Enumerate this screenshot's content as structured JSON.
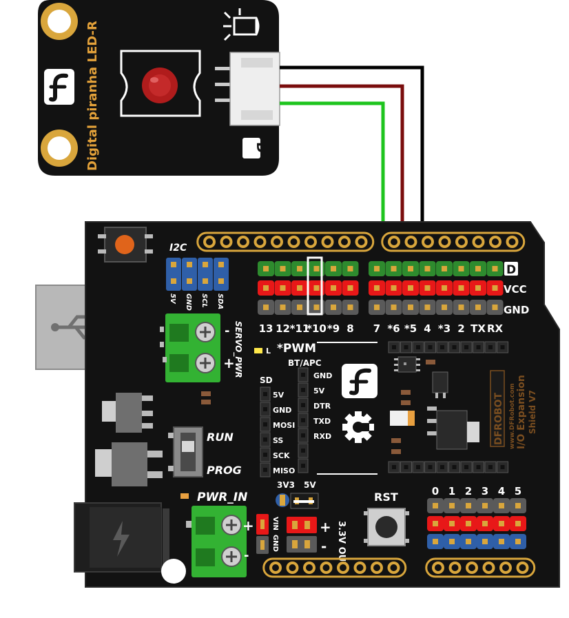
{
  "module": {
    "name": "Digital piranha LED-R",
    "letter": "D"
  },
  "shield": {
    "i2c_label": "I2C",
    "i2c_pins": [
      "5V",
      "GND",
      "SCL",
      "SDA"
    ],
    "servo_label": "SERVO_PWR",
    "servo_plus": "+",
    "servo_minus": "-",
    "row_labels": [
      "D",
      "VCC",
      "GND"
    ],
    "digital_pin_labels": [
      "13",
      "12",
      "*11",
      "*10",
      "*9",
      "8",
      "7",
      "*6",
      "*5",
      "4",
      "*3",
      "2",
      "TX",
      "RX"
    ],
    "pwm_note": "*PWM",
    "led_l": "L",
    "sd_label": "SD",
    "sd_pins": [
      "5V",
      "GND",
      "MOSI",
      "SS",
      "SCK",
      "MISO"
    ],
    "bt_label": "BT/APC",
    "bt_pins": [
      "GND",
      "5V",
      "DTR",
      "TXD",
      "RXD"
    ],
    "switch_run": "RUN",
    "switch_prog": "PROG",
    "pwr_in": "PWR_IN",
    "pwr_plus": "+",
    "pwr_minus": "-",
    "vin_label": "VIN",
    "gnd_label": "GND",
    "v33": "3V3",
    "v5": "5V",
    "out_plus": "+",
    "out_minus": "-",
    "out_label": "3.3V OUT",
    "rst": "RST",
    "analog_pin_labels": [
      "0",
      "1",
      "2",
      "3",
      "4",
      "5"
    ],
    "brand": "DFROBOT",
    "brand_url": "www.DFRobot.com",
    "product": "I/O Expansion",
    "version": "Shield V7"
  },
  "colors": {
    "board": "#121212",
    "signal_row": "#2e8b2e",
    "vcc_row": "#e81818",
    "gnd_row": "#5a5a5a",
    "analog_blue_row": "#2f5fa8",
    "header_gold": "#d9a63c",
    "terminal_green": "#33b233",
    "wire_signal": "#1ec41e",
    "wire_vcc": "#7a0d0d",
    "wire_gnd": "#000000",
    "led": "#b01c1c"
  }
}
